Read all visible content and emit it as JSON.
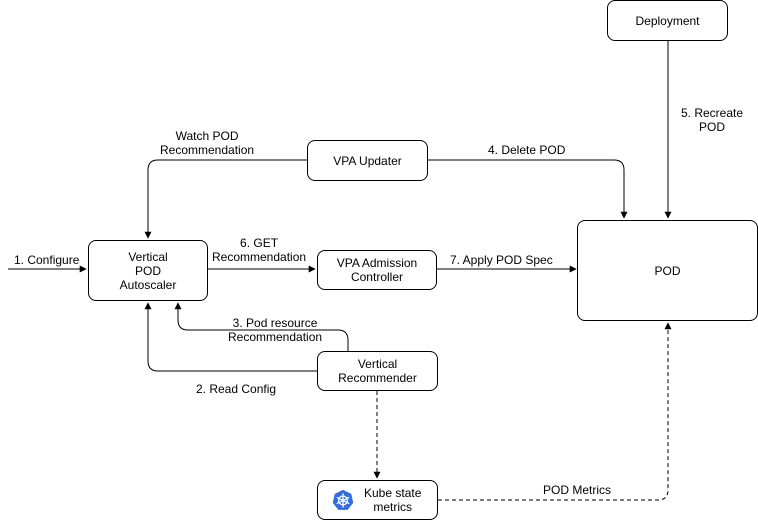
{
  "nodes": {
    "deployment": "Deployment",
    "pod": "POD",
    "vpa_updater": "VPA Updater",
    "vpa": [
      "Vertical",
      "POD",
      "Autoscaler"
    ],
    "admission": [
      "VPA Admission",
      "Controller"
    ],
    "recommender": [
      "Vertical",
      "Recommender"
    ],
    "kube_state": [
      "Kube state",
      "metrics"
    ]
  },
  "edges": {
    "configure": "1. Configure",
    "read_config": "2. Read Config",
    "pod_resource_rec": [
      "3. Pod resource",
      "Recommendation"
    ],
    "delete_pod": "4. Delete POD",
    "recreate_pod": [
      "5.  Recreate",
      "POD"
    ],
    "get_rec": [
      "6. GET",
      "Recommendation"
    ],
    "apply_spec": "7. Apply POD Spec",
    "watch_rec": [
      "Watch POD",
      "Recommendation"
    ],
    "pod_metrics": "POD Metrics"
  },
  "icons": {
    "kube_state": "kubernetes-helm-icon"
  },
  "colors": {
    "kubernetes_blue": "#326CE5"
  }
}
